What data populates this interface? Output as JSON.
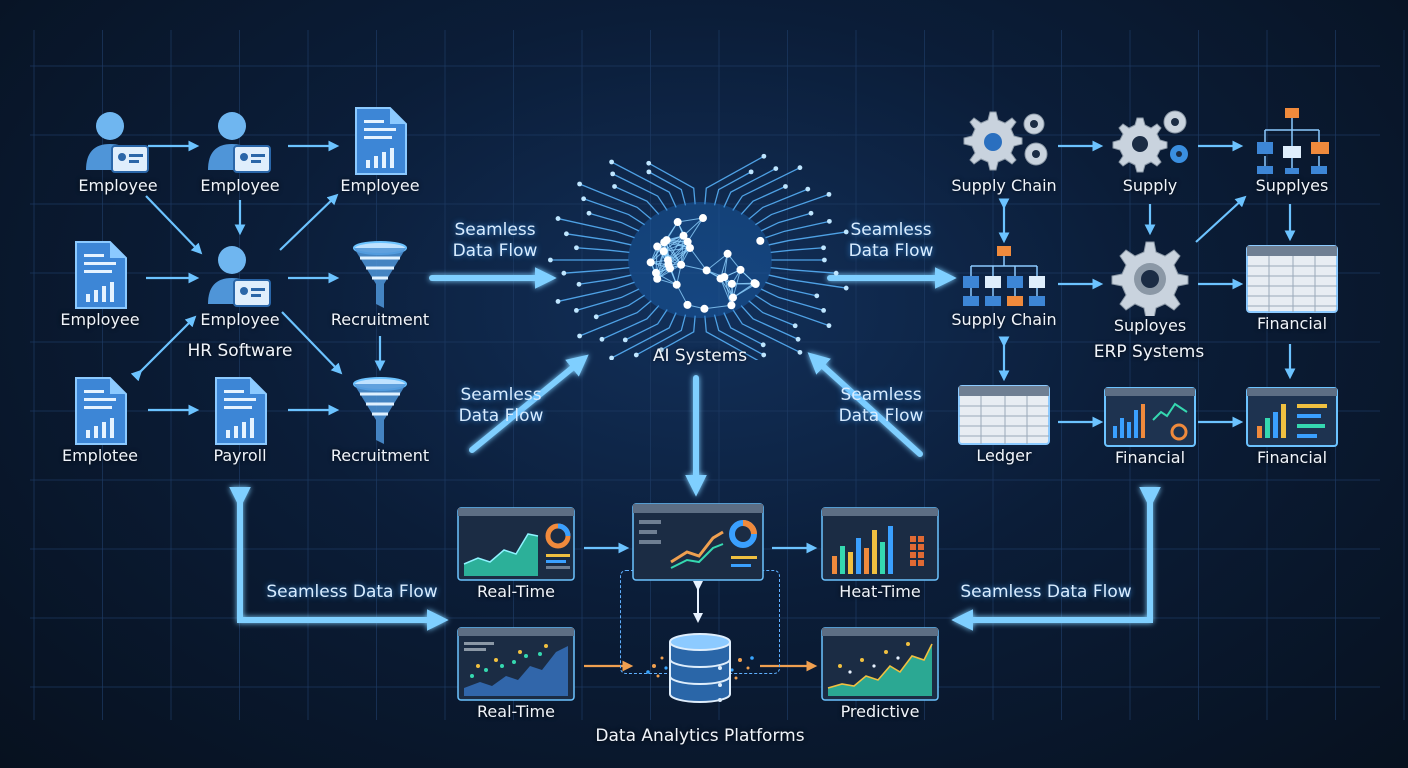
{
  "hr": {
    "n1": "Employee",
    "n2": "Employee",
    "n3": "Employee",
    "n4": "Employee",
    "n5": "Employee",
    "n6": "Recruitment",
    "n7": "Emplotee",
    "n8": "Payroll",
    "n9": "Recruitment",
    "system": "HR Software"
  },
  "ai": {
    "label": "AI Systems"
  },
  "erp": {
    "n1": "Supply Chain",
    "n2": "Supply",
    "n3": "Supplyes",
    "n4": "Supply Chain",
    "n5": "Suployes",
    "n6": "Financial",
    "n7": "Ledger",
    "n8": "Financial",
    "n9": "Financial",
    "system": "ERP Systems"
  },
  "analytics": {
    "d1": "Real-Time",
    "d2": "Heat-Time",
    "d3": "Real-Time",
    "d4": "Predictive",
    "platform": "Data Analytics Platforms"
  },
  "flows": {
    "top_left_1": "Seamless",
    "top_left_2": "Data Flow",
    "top_right_1": "Seamless",
    "top_right_2": "Data Flow",
    "mid_left_1": "Seamless",
    "mid_left_2": "Data Flow",
    "mid_right_1": "Seamless",
    "mid_right_2": "Data Flow",
    "bottom_left": "Seamless Data Flow",
    "bottom_right": "Seamless Data Flow"
  },
  "colors": {
    "accent": "#39a6ff",
    "person": "#6fb6f0",
    "background": "#0a1628",
    "orange": "#f08a3c"
  }
}
